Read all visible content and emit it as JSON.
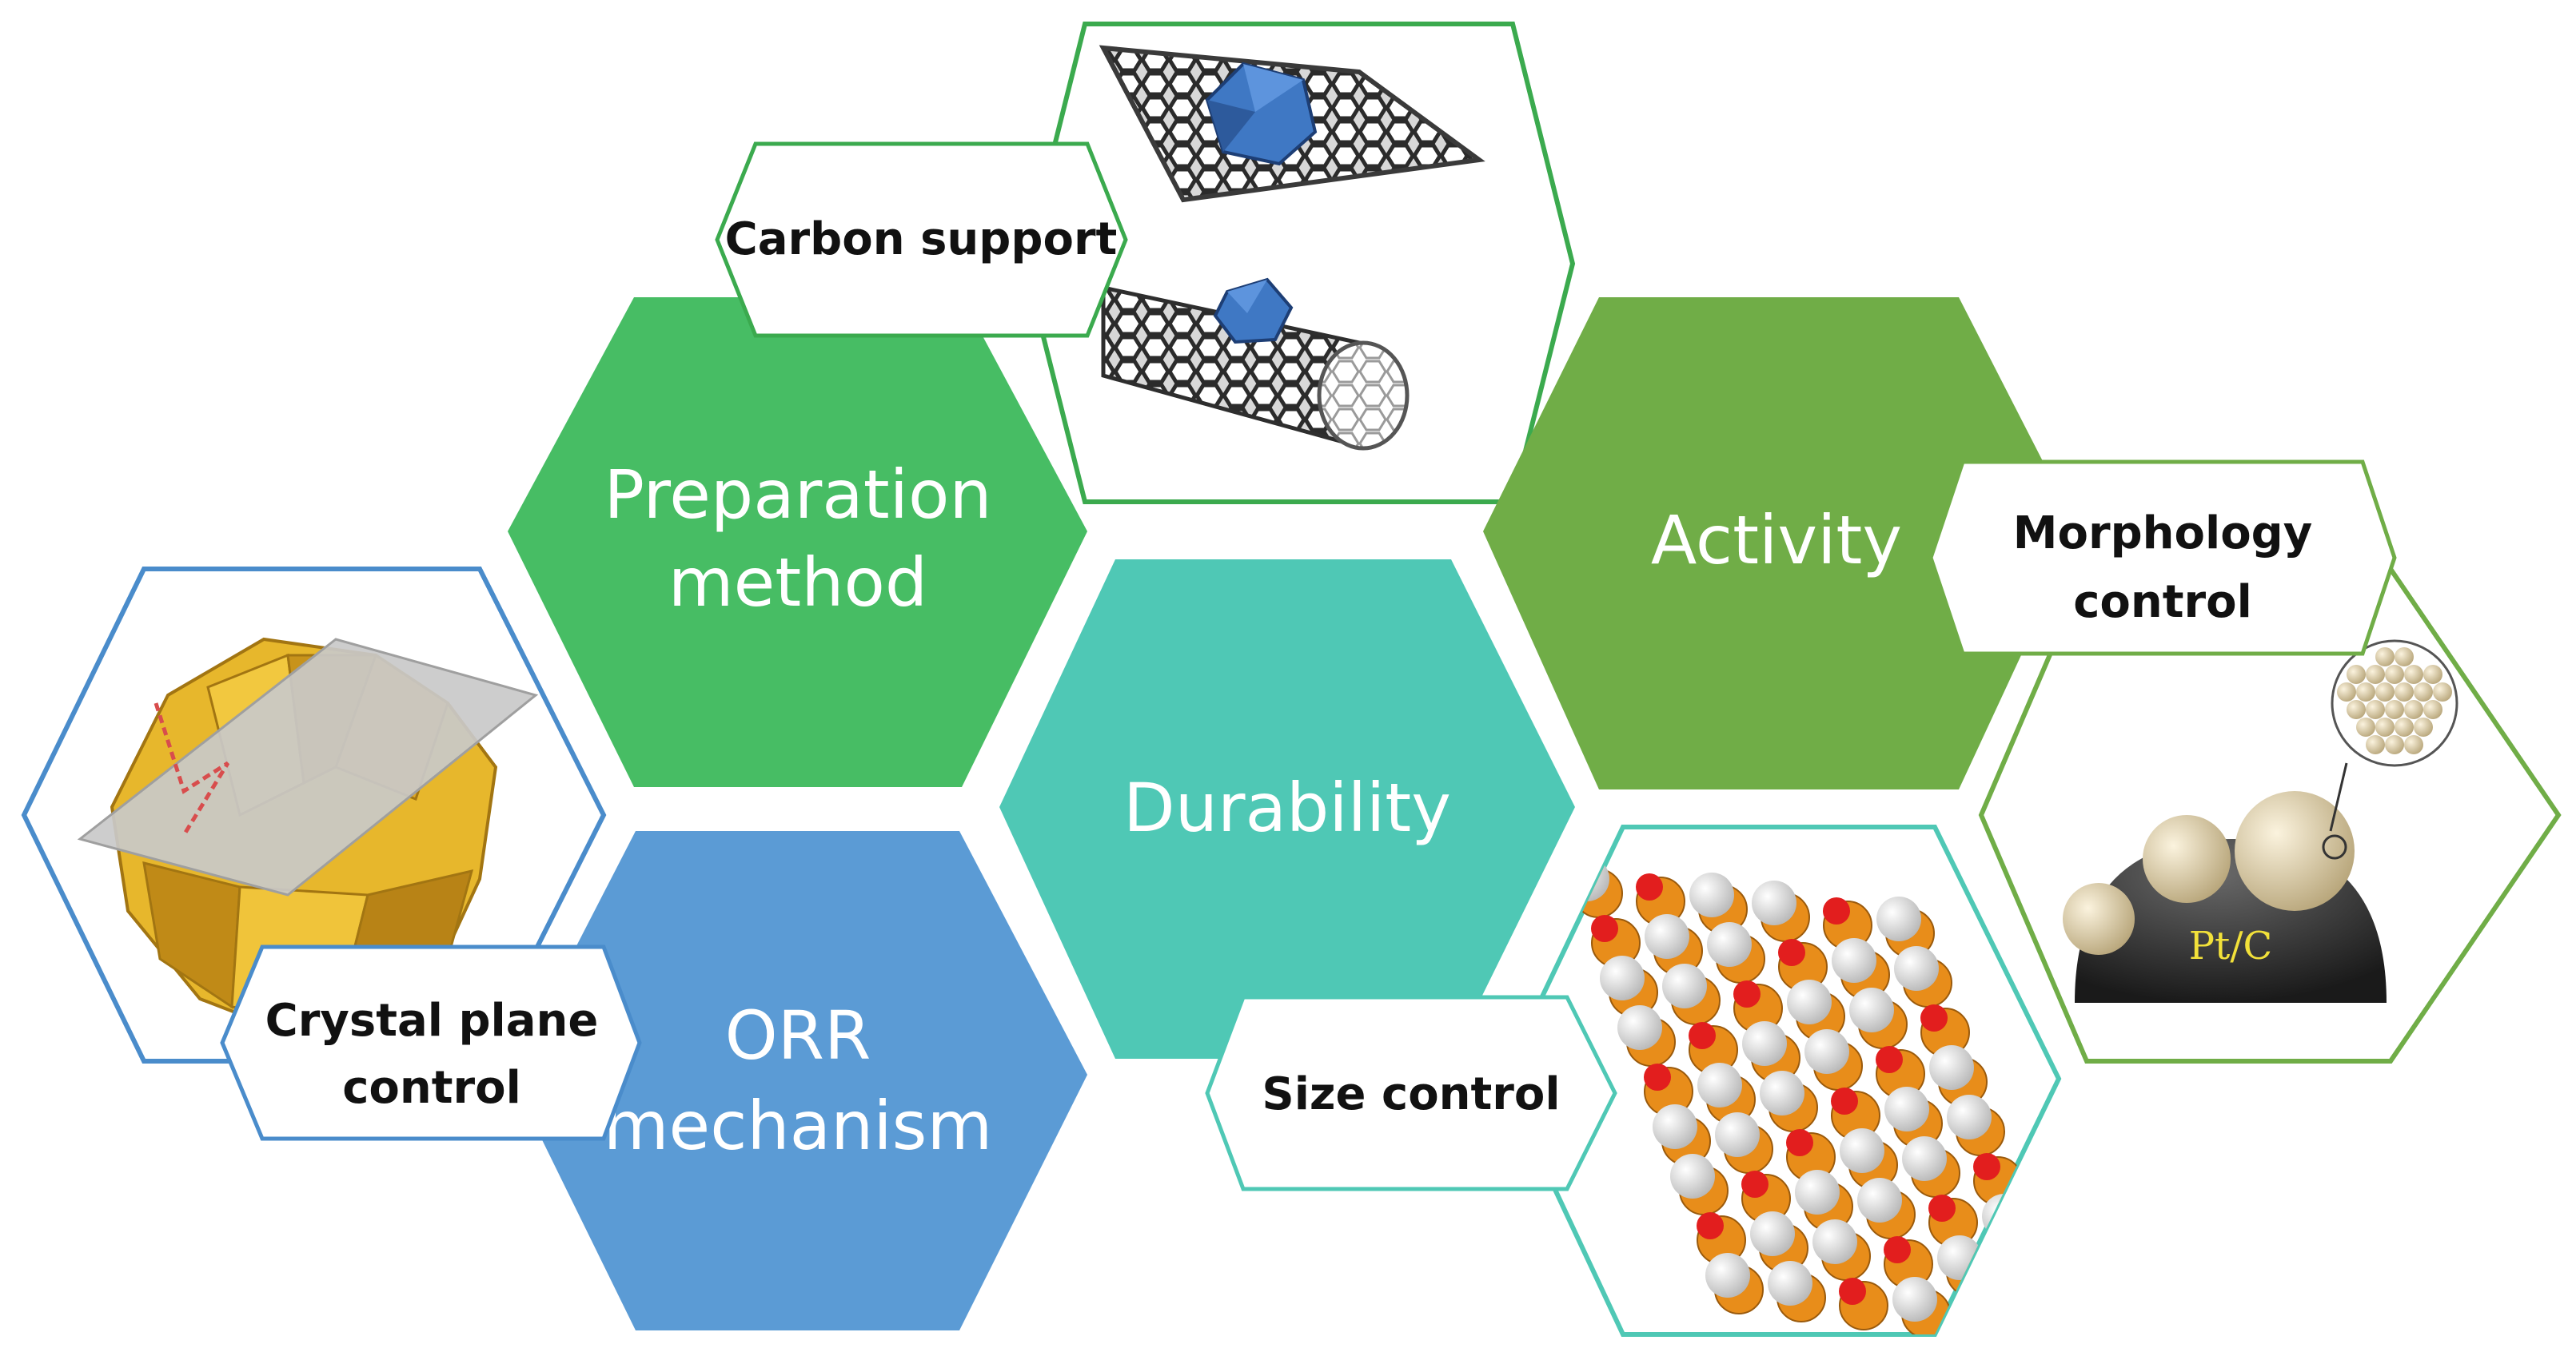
{
  "colors": {
    "preparation": "#47BD64",
    "activity": "#70AD47",
    "durability": "#4FC8B5",
    "orr": "#5B9BD5",
    "carbon_outline": "#3BAA4E",
    "morphology_outline": "#70AD47",
    "size_outline": "#4FC8B5",
    "crystal_outline": "#4A8CCB"
  },
  "hexagons": {
    "preparation": {
      "line1": "Preparation",
      "line2": "method"
    },
    "activity": {
      "line1": "Activity"
    },
    "durability": {
      "line1": "Durability"
    },
    "orr": {
      "line1": "ORR",
      "line2": "mechanism"
    }
  },
  "tags": {
    "carbon_support": {
      "line1": "Carbon support"
    },
    "morphology": {
      "line1": "Morphology",
      "line2": "control"
    },
    "size": {
      "line1": "Size control"
    },
    "crystal": {
      "line1": "Crystal plane",
      "line2": "control"
    }
  },
  "illustrations": {
    "carbon": "graphene-sheet-and-nanotube-with-nanocrystal",
    "crystal": "yellow-polyhedron-with-crystal-plane",
    "size": "orange-white-red-atom-lattice",
    "morphology": "pt-on-carbon-particles",
    "pt_c_label": "Pt/C"
  }
}
